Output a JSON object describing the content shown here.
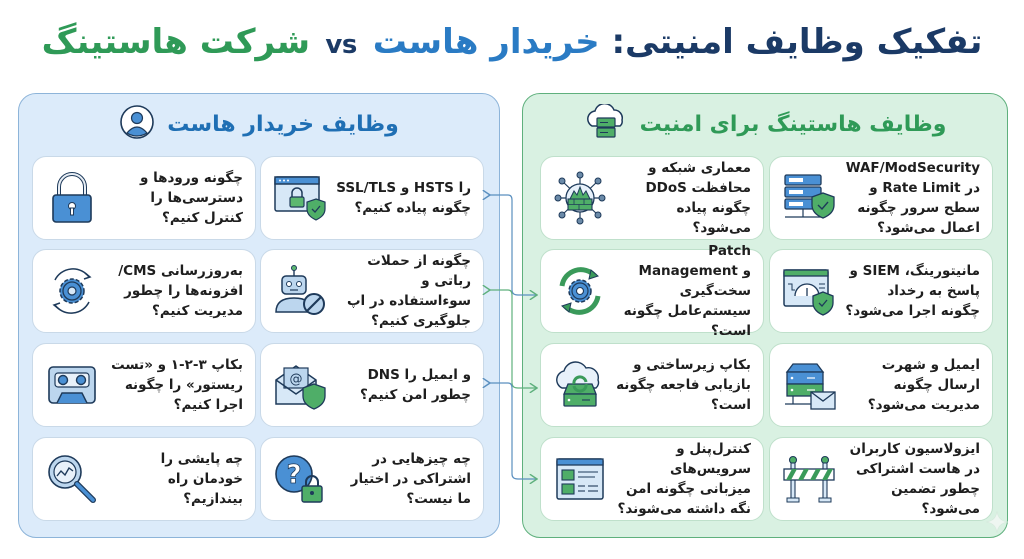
{
  "title": {
    "part1": "تفکیک وظایف امنیتی:",
    "part2": "خریدار هاست",
    "vs": "vs",
    "part3": "شرکت هاستینگ",
    "colors": {
      "dark": "#1b3a66",
      "blue": "#2a7bc4",
      "green": "#2f9a57"
    }
  },
  "left_panel": {
    "title": "وظایف خریدار هاست",
    "icon": "user-avatar-icon",
    "color": "#1f6fb4",
    "background": "#dcebfa",
    "cards": [
      {
        "text": "SSL/TLS و HSTS را چگونه پیاده کنیم؟",
        "icon": "browser-lock-shield-icon"
      },
      {
        "text": "چگونه ورودها و دسترسی‌ها را کنترل کنیم؟",
        "icon": "padlock-icon"
      },
      {
        "text": "چگونه از حملات رباتی و سوءاستفاده در اپ جلوگیری کنیم؟",
        "icon": "robot-block-icon"
      },
      {
        "text": "به‌روزرسانی CMS/ افزونه‌ها را چطور مدیریت کنیم؟",
        "icon": "gear-refresh-icon"
      },
      {
        "text": "DNS و ایمیل را چطور امن کنیم؟",
        "icon": "email-shield-icon"
      },
      {
        "text": "بکاپ ۳-۲-۱ و «تست ریستور» را چگونه اجرا کنیم؟",
        "icon": "cassette-tape-icon"
      },
      {
        "text": "چه چیزهایی در اشتراکی در اختیار ما نیست؟",
        "icon": "question-lock-icon"
      },
      {
        "text": "چه پایشی را خودمان راه بیندازیم؟",
        "icon": "magnifier-chart-icon"
      }
    ]
  },
  "right_panel": {
    "title": "وظایف هاستینگ برای امنیت",
    "icon": "cloud-server-icon",
    "color": "#2f9a57",
    "background": "#d9f1e2",
    "cards": [
      {
        "text": "WAF/ModSecurity و Rate Limit در سطح سرور چگونه اعمال می‌شود؟",
        "icon": "server-shield-icon"
      },
      {
        "text": "معماری شبکه و محافظت DDoS چگونه پیاده می‌شود؟",
        "icon": "network-firewall-icon"
      },
      {
        "text": "مانیتورینگ، SIEM و پاسخ به رخداد چگونه اجرا می‌شود؟",
        "icon": "dashboard-shield-icon"
      },
      {
        "text": "Patch Management و سخت‌گیری سیستم‌عامل چگونه است؟",
        "icon": "gear-sync-icon"
      },
      {
        "text": "ایمیل و شهرت ارسال چگونه مدیریت می‌شود؟",
        "icon": "server-mail-icon"
      },
      {
        "text": "بکاپ زیرساختی و بازیابی فاجعه چگونه است؟",
        "icon": "cloud-backup-icon"
      },
      {
        "text": "ایزولاسیون کاربران در هاست اشتراکی چطور تضمین می‌شود؟",
        "icon": "barrier-icon"
      },
      {
        "text": "کنترل‌پنل و سرویس‌های میزبانی چگونه امن نگه داشته می‌شوند؟",
        "icon": "control-panel-icon"
      }
    ]
  }
}
